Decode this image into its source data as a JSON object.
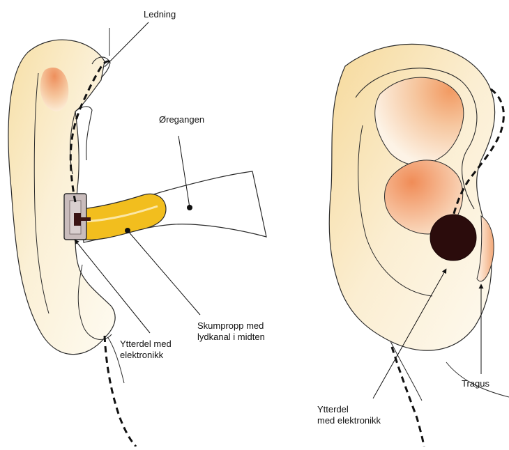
{
  "labels": {
    "ledning": "Ledning",
    "oregangen": "Øregangen",
    "skumpropp_line1": "Skumpropp med",
    "skumpropp_line2": "lydkanal i midten",
    "ytterdel_left_line1": "Ytterdel med",
    "ytterdel_left_line2": "elektronikk",
    "ytterdel_right_line1": "Ytterdel",
    "ytterdel_right_line2": "med elektronikk",
    "tragus": "Tragus"
  },
  "colors": {
    "outline": "#2a2a2a",
    "skin_light": "#fbf3dc",
    "skin_warm": "#f3c47a",
    "skin_shadow": "#ef9a66",
    "foam_plug": "#f2be1e",
    "device_body": "#c9bcbc",
    "device_dark": "#3a1414",
    "cable": "#111111"
  }
}
